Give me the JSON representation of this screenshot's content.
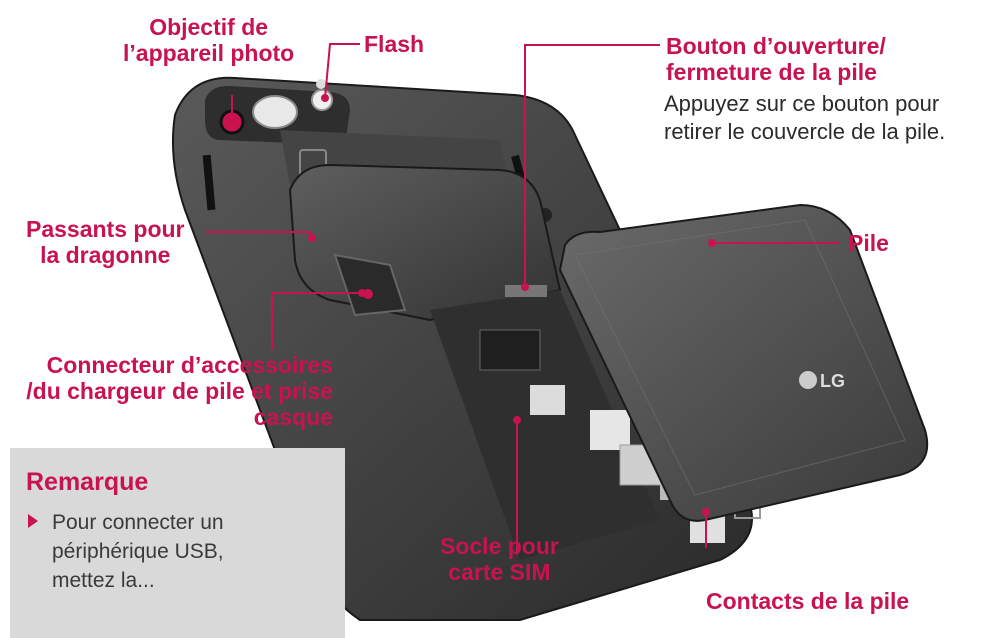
{
  "labels": {
    "camera_lens": [
      "Objectif de",
      "l’appareil photo"
    ],
    "flash": "Flash",
    "battery_release": [
      "Bouton d’ouverture/",
      "fermeture de la pile"
    ],
    "battery_release_desc": [
      "Appuyez sur ce bouton pour",
      "retirer le couvercle de la pile."
    ],
    "strap_holes": [
      "Passants pour",
      "la dragonne"
    ],
    "battery": "Pile",
    "accessory_connector": [
      "Connecteur d’accessoires",
      "/du chargeur de pile et prise",
      "casque"
    ],
    "sim_socket": [
      "Socle pour",
      "carte SIM"
    ],
    "battery_contacts": "Contacts de la pile"
  },
  "device": {
    "battery_logo": "LG"
  },
  "note": {
    "title": "Remarque",
    "lines": [
      "Pour connecter un",
      "périphérique USB,",
      "mettez la...",
      ""
    ]
  },
  "colors": {
    "accent": "#c8134f",
    "phone_body": "#3b3b3b",
    "note_bg": "#d9d9d9"
  }
}
